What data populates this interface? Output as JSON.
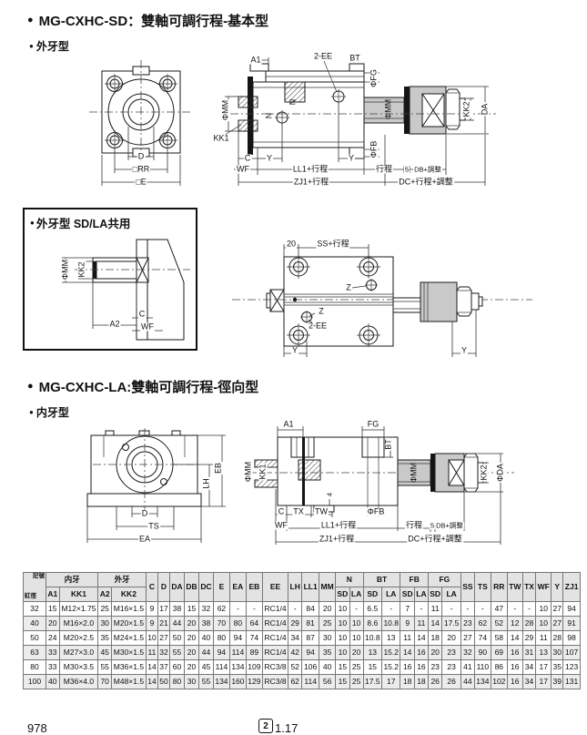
{
  "page": {
    "section1_title": "MG-CXHC-SD：雙軸可調行程-基本型",
    "section1_sub": "外牙型",
    "box_title": "外牙型  SD/LA共用",
    "section2_title": "MG-CXHC-LA:雙軸可調行程-徑向型",
    "section2_sub": "内牙型",
    "footer_page": "978",
    "footer_logo": "2",
    "footer_ref": "1.17"
  },
  "labels": {
    "bullet": "●",
    "a1": "A1",
    "a2": "A2",
    "two_ee": "2-EE",
    "bt": "BT",
    "fg": "FG",
    "phi_fg": "ΦFG",
    "phi_mm": "ΦMM",
    "phi_fb": "ΦFB",
    "phi_da": "ΦDA",
    "da": "DA",
    "kk1": "KK1",
    "kk2": "KK2",
    "n": "N",
    "z": "Z",
    "c": "C",
    "y": "Y",
    "wf": "WF",
    "d": "D",
    "rr": "□RR",
    "e": "□E",
    "eb": "EB",
    "lh": "LH",
    "ts": "TS",
    "ea": "EA",
    "tx": "TX",
    "tw": "TW",
    "four": "4",
    "twenty": "20",
    "five": "5",
    "ll1": "LL1+行程",
    "zj1": "ZJ1+行程",
    "stroke": "行程",
    "db": "DB+調整",
    "dc": "DC+行程+調整",
    "ss": "SS+行程"
  },
  "table": {
    "corner_top": "記號",
    "corner_bottom": "缸徑",
    "group_inner": "内牙",
    "group_outer": "外牙",
    "sub_sd": "SD",
    "sub_la": "LA",
    "cols": {
      "a1": "A1",
      "kk1": "KK1",
      "a2": "A2",
      "kk2": "KK2",
      "c": "C",
      "d": "D",
      "da": "DA",
      "db": "DB",
      "dc": "DC",
      "e": "E",
      "ea": "EA",
      "eb": "EB",
      "ee": "EE",
      "lh": "LH",
      "ll1": "LL1",
      "mm": "MM",
      "n": "N",
      "bt": "BT",
      "fb": "FB",
      "fgc": "FG",
      "ss": "SS",
      "ts": "TS",
      "rr": "RR",
      "tw": "TW",
      "tx": "TX",
      "wf": "WF",
      "y": "Y",
      "zj1": "ZJ1"
    },
    "rows": [
      [
        "32",
        "15",
        "M12×1.75",
        "25",
        "M16×1.5",
        "9",
        "17",
        "38",
        "15",
        "32",
        "62",
        "-",
        "-",
        "RC1/4",
        "-",
        "84",
        "20",
        "10",
        "-",
        "6.5",
        "-",
        "7",
        "-",
        "11",
        "-",
        "-",
        "-",
        "47",
        "-",
        "-",
        "10",
        "27",
        "94"
      ],
      [
        "40",
        "20",
        "M16×2.0",
        "30",
        "M20×1.5",
        "9",
        "21",
        "44",
        "20",
        "38",
        "70",
        "80",
        "64",
        "RC1/4",
        "29",
        "81",
        "25",
        "10",
        "10",
        "8.6",
        "10.8",
        "9",
        "11",
        "14",
        "17.5",
        "23",
        "62",
        "52",
        "12",
        "28",
        "10",
        "27",
        "91"
      ],
      [
        "50",
        "24",
        "M20×2.5",
        "35",
        "M24×1.5",
        "10",
        "27",
        "50",
        "20",
        "40",
        "80",
        "94",
        "74",
        "RC1/4",
        "34",
        "87",
        "30",
        "10",
        "10",
        "10.8",
        "13",
        "11",
        "14",
        "18",
        "20",
        "27",
        "74",
        "58",
        "14",
        "29",
        "11",
        "28",
        "98"
      ],
      [
        "63",
        "33",
        "M27×3.0",
        "45",
        "M30×1.5",
        "11",
        "32",
        "55",
        "20",
        "44",
        "94",
        "114",
        "89",
        "RC1/4",
        "42",
        "94",
        "35",
        "10",
        "20",
        "13",
        "15.2",
        "14",
        "16",
        "20",
        "23",
        "32",
        "90",
        "69",
        "16",
        "31",
        "13",
        "30",
        "107"
      ],
      [
        "80",
        "33",
        "M30×3.5",
        "55",
        "M36×1.5",
        "14",
        "37",
        "60",
        "20",
        "45",
        "114",
        "134",
        "109",
        "RC3/8",
        "52",
        "106",
        "40",
        "15",
        "25",
        "15",
        "15.2",
        "16",
        "16",
        "23",
        "23",
        "41",
        "110",
        "86",
        "16",
        "34",
        "17",
        "35",
        "123"
      ],
      [
        "100",
        "40",
        "M36×4.0",
        "70",
        "M48×1.5",
        "14",
        "50",
        "80",
        "30",
        "55",
        "134",
        "160",
        "129",
        "RC3/8",
        "62",
        "114",
        "56",
        "15",
        "25",
        "17.5",
        "17",
        "18",
        "18",
        "26",
        "26",
        "44",
        "134",
        "102",
        "16",
        "34",
        "17",
        "39",
        "131"
      ]
    ]
  }
}
